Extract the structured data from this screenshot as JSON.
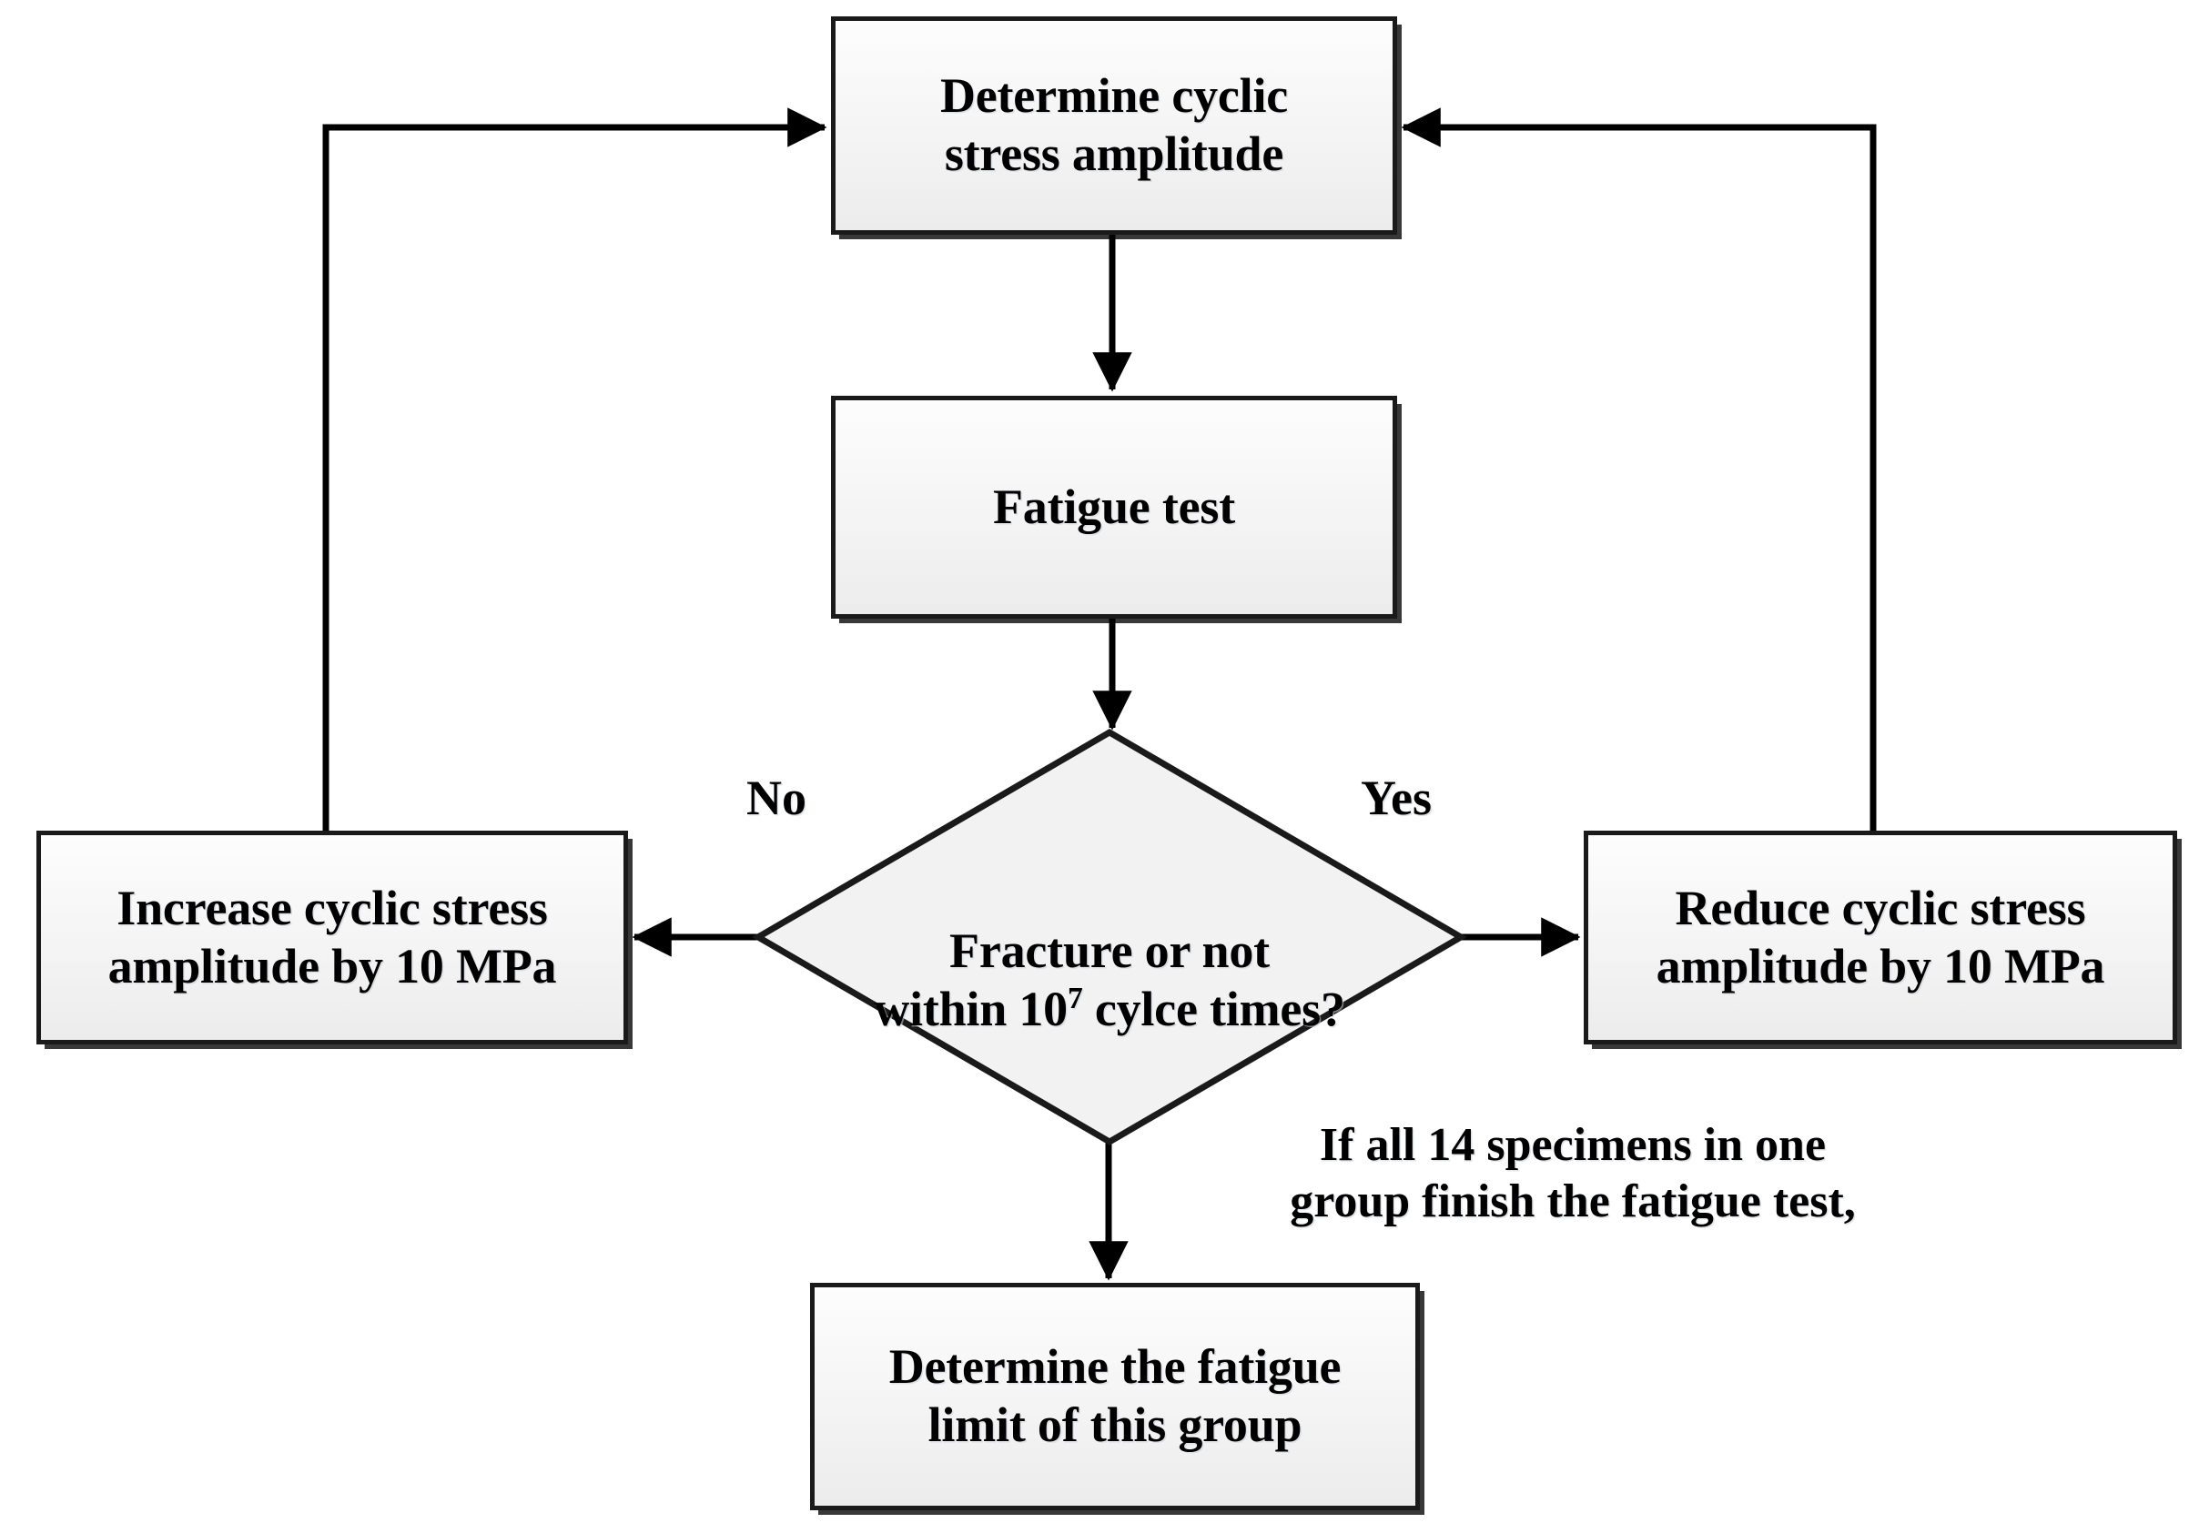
{
  "diagram": {
    "title": "Fatigue limit staircase test procedure flowchart",
    "type": "flowchart",
    "colors": {
      "node_fill": "#f4f4f4",
      "node_border": "#1a1a1a",
      "connector": "#000000",
      "background": "#ffffff",
      "text": "#000000"
    },
    "nodes": {
      "determine_amplitude": {
        "shape": "process",
        "label": "Determine cyclic\nstress amplitude"
      },
      "fatigue_test": {
        "shape": "process",
        "label": "Fatigue test"
      },
      "decision": {
        "shape": "diamond",
        "label_line1": "Fracture or not",
        "label_line2_before": "within 10",
        "label_exponent": "7",
        "label_line2_after": " cylce times?"
      },
      "increase": {
        "shape": "process",
        "label": "Increase cyclic stress\namplitude by 10 MPa"
      },
      "reduce": {
        "shape": "process",
        "label": "Reduce cyclic stress\namplitude by 10 MPa"
      },
      "final": {
        "shape": "process",
        "label": "Determine the fatigue\nlimit of this group"
      }
    },
    "edge_labels": {
      "no": "No",
      "yes": "Yes"
    },
    "annotations": {
      "specimens_note": "If all 14 specimens in one\ngroup finish the fatigue test,"
    }
  }
}
